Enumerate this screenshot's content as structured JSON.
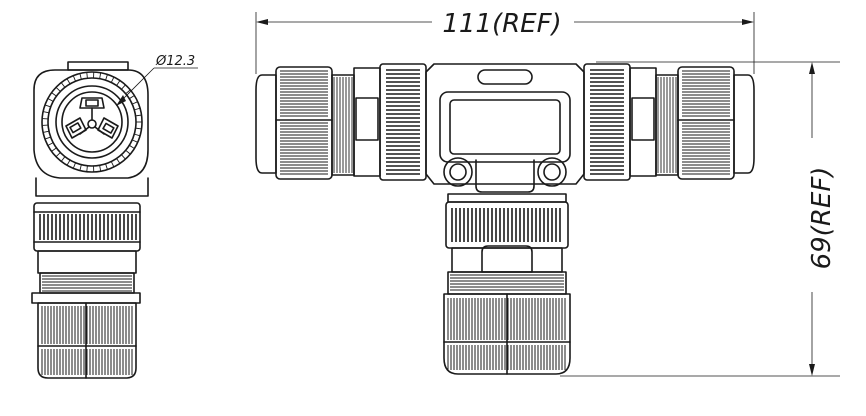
{
  "dimensions": {
    "width_label": "111(REF)",
    "height_label": "69(REF)",
    "diameter_label": "Ø12.3"
  },
  "views": [
    "side-view",
    "front-view"
  ],
  "colors": {
    "line": "#1a1a1a",
    "background": "#ffffff"
  }
}
